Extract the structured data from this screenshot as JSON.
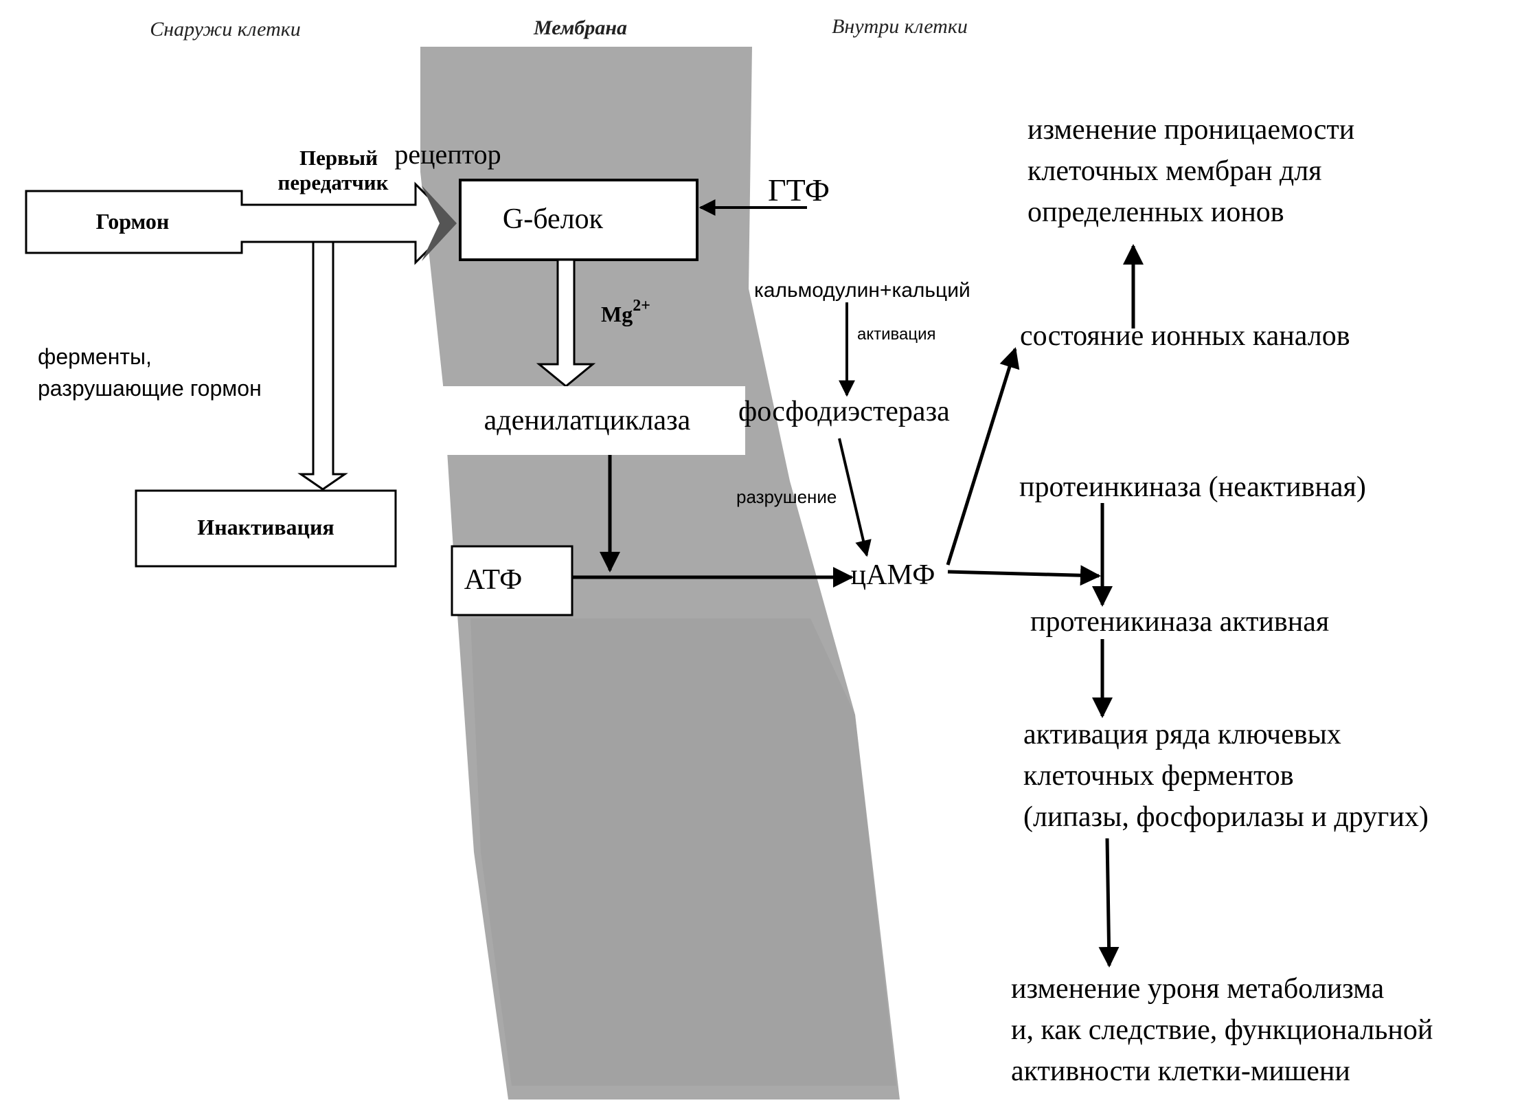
{
  "headers": {
    "outside": "Снаружи клетки",
    "membrane": "Мембрана",
    "inside": "Внутри клетки"
  },
  "nodes": {
    "hormone": "Гормон",
    "first_messenger_line1": "Первый",
    "first_messenger_line2": "передатчик",
    "receptor": "рецептор",
    "g_protein": "G-белок",
    "gtp": "ГТФ",
    "mg": "Mg",
    "mg_sup": "2+",
    "enzymes_line1": "ферменты,",
    "enzymes_line2": "разрушающие гормон",
    "inactivation": "Инактивация",
    "adenylate_cyclase": "аденилатциклаза",
    "atp": "АТФ",
    "camp": "цАМФ",
    "calmodulin": "кальмодулин+кальций",
    "activation_label": "активация",
    "phosphodiesterase": "фосфодиэстераза",
    "destruction_label": "разрушение",
    "ion_channels": "состояние ионных каналов",
    "permeability_line1": "изменение проницаемости",
    "permeability_line2": "клеточных мембран для",
    "permeability_line3": "определенных ионов",
    "pk_inactive": "протеинкиназа (неактивная)",
    "pk_active": "протеникиназа активная",
    "enzymes_act_line1": "активация ряда ключевых",
    "enzymes_act_line2": "клеточных ферментов",
    "enzymes_act_line3": "(липазы, фосфорилазы и других)",
    "metabolism_line1": "изменение уроня метаболизма",
    "metabolism_line2": "и, как следствие, функциональной",
    "metabolism_line3": "активности клетки-мишени"
  }
}
